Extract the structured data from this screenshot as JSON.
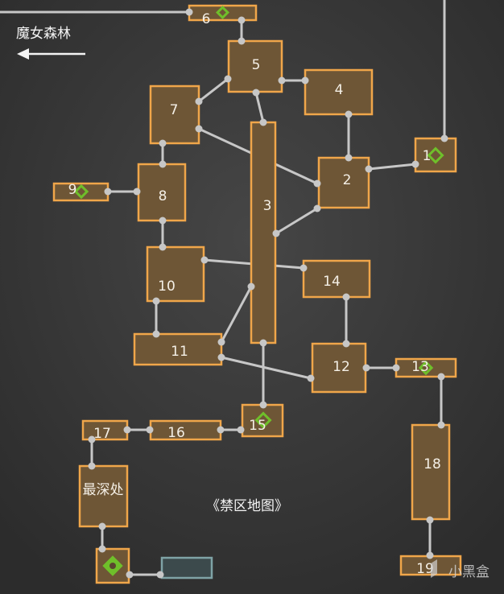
{
  "map": {
    "title": "《禁区地图》",
    "exit_label": "魔女森林",
    "watermark": "小黑盒",
    "rooms": {
      "r1": "1",
      "r2": "2",
      "r3": "3",
      "r4": "4",
      "r5": "5",
      "r6": "6",
      "r7": "7",
      "r8": "8",
      "r9": "9",
      "r10": "10",
      "r11": "11",
      "r12": "12",
      "r13": "13",
      "r14": "14",
      "r15": "15",
      "r16": "16",
      "r17": "17",
      "r18": "18",
      "r19": "19",
      "deepest": "最深处"
    },
    "colors": {
      "room_fill": "#6e5636",
      "room_border": "#f0a64a",
      "marker": "#6fbf2a",
      "link": "#c7c7c7"
    }
  }
}
